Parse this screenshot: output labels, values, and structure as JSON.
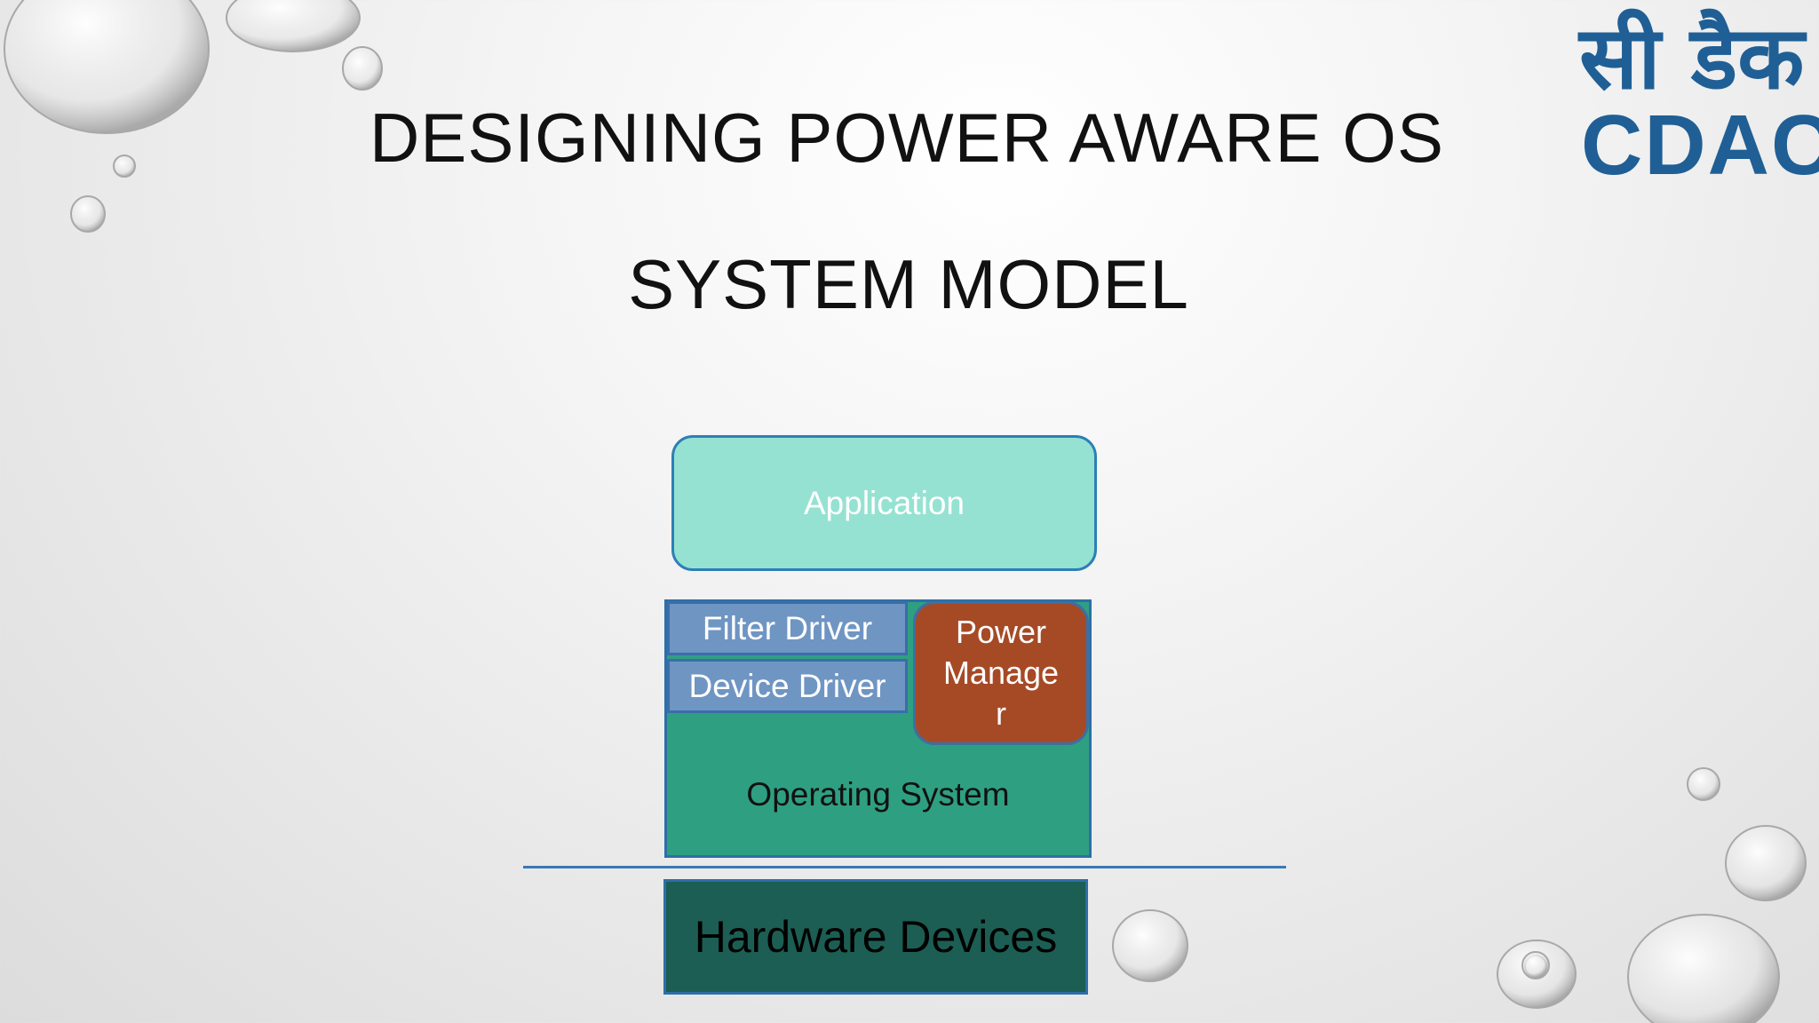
{
  "slide": {
    "title": "DESIGNING POWER AWARE OS",
    "subtitle": "SYSTEM MODEL"
  },
  "logo": {
    "hindi_text": "सी डैक",
    "english_text": "CDAC",
    "color": "#1f5f95"
  },
  "diagram": {
    "application": "Application",
    "filter_driver": "Filter Driver",
    "device_driver": "Device Driver",
    "power_manager_line1": "Power",
    "power_manager_line2": "Manage",
    "power_manager_line3": "r",
    "operating_system": "Operating System",
    "hardware_devices": "Hardware Devices"
  },
  "colors": {
    "application": "#96e2d2",
    "operating_system": "#2f9f82",
    "drivers": "#6f95c3",
    "power_manager": "#a64a26",
    "hardware": "#1c5e53",
    "separator": "#3b78b5"
  }
}
